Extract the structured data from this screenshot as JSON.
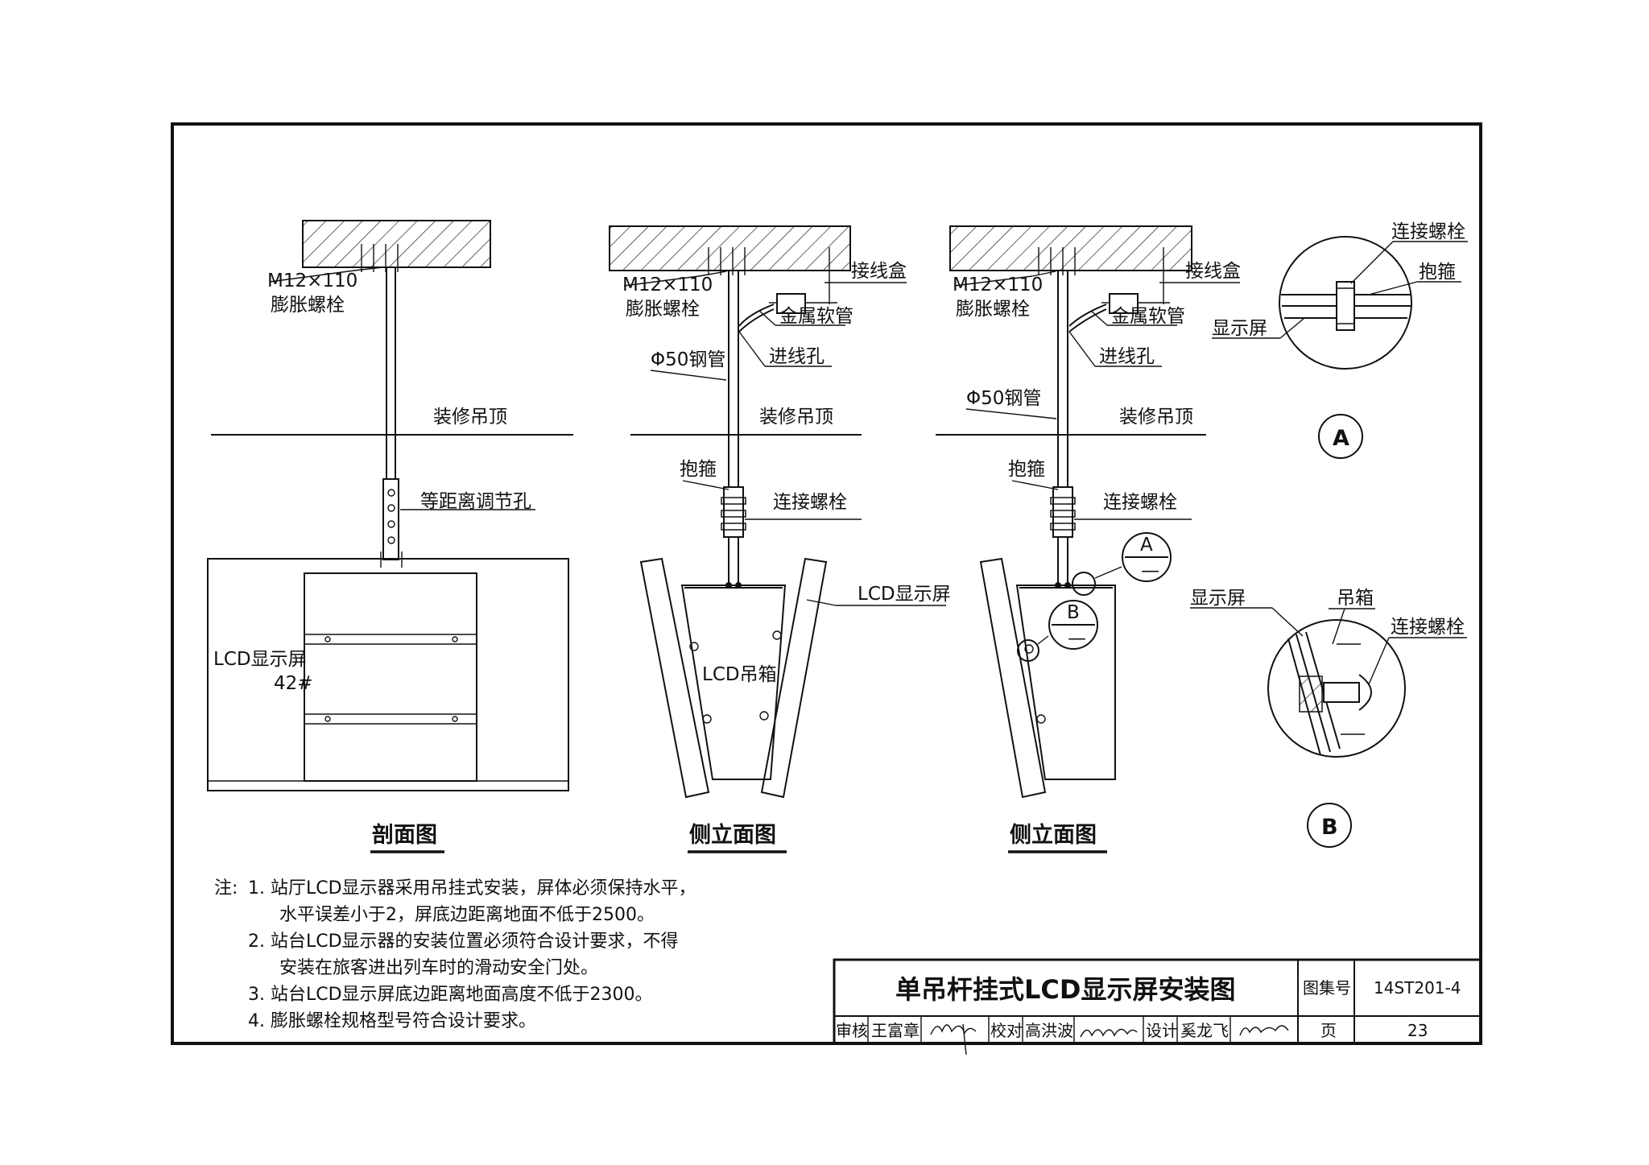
{
  "labels": {
    "bolt_m12": "M12×110",
    "expansion_bolt": "膨胀螺栓",
    "ceiling": "装修吊顶",
    "adjust_holes": "等距离调节孔",
    "lcd_screen_42": "LCD显示屏",
    "size_42": "42#",
    "junction_box": "接线盒",
    "metal_hose": "金属软管",
    "inlet_hole": "进线孔",
    "steel_pipe": "Φ50钢管",
    "hoop": "抱箍",
    "connecting_bolt": "连接螺栓",
    "lcd_screen": "LCD显示屏",
    "lcd_box": "LCD吊箱",
    "display_screen": "显示屏",
    "hanging_box": "吊箱",
    "marker_a": "A",
    "marker_b": "B"
  },
  "view_titles": {
    "section": "剖面图",
    "side1": "侧立面图",
    "side2": "侧立面图"
  },
  "notes": {
    "prefix": "注:",
    "items": [
      "1.  站厅LCD显示器采用吊挂式安装，屏体必须保持水平，",
      "水平误差小于2，屏底边距离地面不低于2500。",
      "2.  站台LCD显示器的安装位置必须符合设计要求，不得",
      "安装在旅客进出列车时的滑动安全门处。",
      "3.  站台LCD显示屏底边距离地面高度不低于2300。",
      "4.  膨胀螺栓规格型号符合设计要求。"
    ]
  },
  "title_block": {
    "title": "单吊杆挂式LCD显示屏安装图",
    "atlas_label": "图集号",
    "atlas_no": "14ST201-4",
    "review_label": "审核",
    "reviewer": "王富章",
    "check_label": "校对",
    "checker": "高洪波",
    "design_label": "设计",
    "designer": "奚龙飞",
    "page_label": "页",
    "page_no": "23"
  }
}
